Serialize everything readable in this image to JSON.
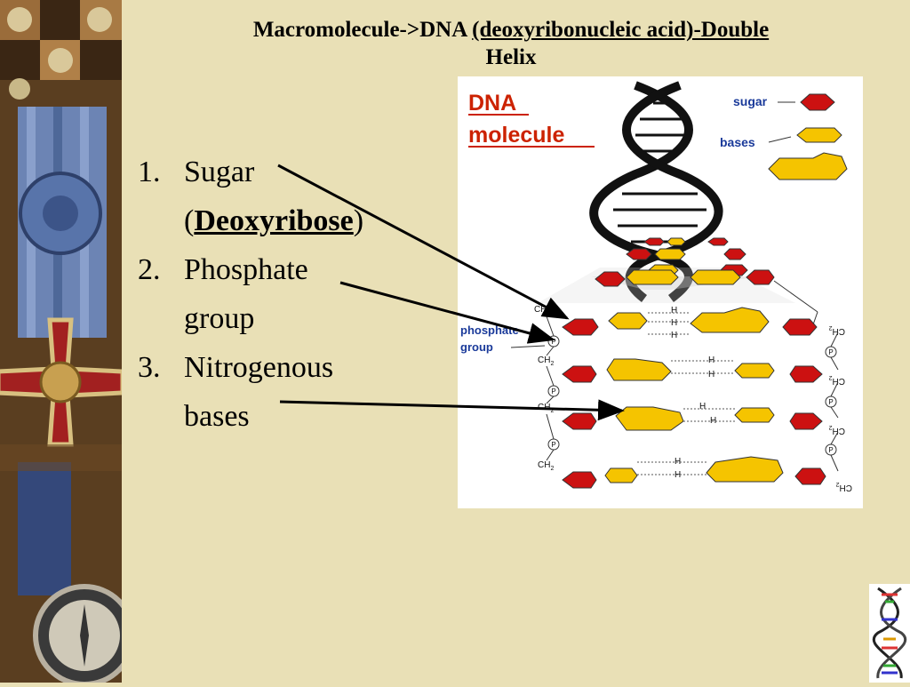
{
  "title": {
    "part1": "Macromolecule->DNA ",
    "part2": "(deoxyribonucleic acid)-Double",
    "part3": "Helix"
  },
  "list": [
    {
      "num": "1.",
      "text": "Sugar",
      "paren_open": "(",
      "sub": "Deoxyribose",
      "paren_close": ")"
    },
    {
      "num": "2.",
      "text": "Phosphate",
      "line2": "group"
    },
    {
      "num": "3.",
      "text": "Nitrogenous",
      "line2": "bases"
    }
  ],
  "figure": {
    "title_line1": "DNA",
    "title_line2": "molecule",
    "legend_sugar": "sugar",
    "legend_bases": "bases",
    "phosphate_label_1": "phosphate",
    "phosphate_label_2": "group",
    "ch2": "CH",
    "sub2": "2",
    "phosphate_symbol": "P",
    "hydrogen": "H"
  },
  "colors": {
    "background": "#e9e0b6",
    "sugar": "#cc1111",
    "base": "#f5c400",
    "figure_title": "#cc2200",
    "figure_label": "#1a3a9a"
  }
}
